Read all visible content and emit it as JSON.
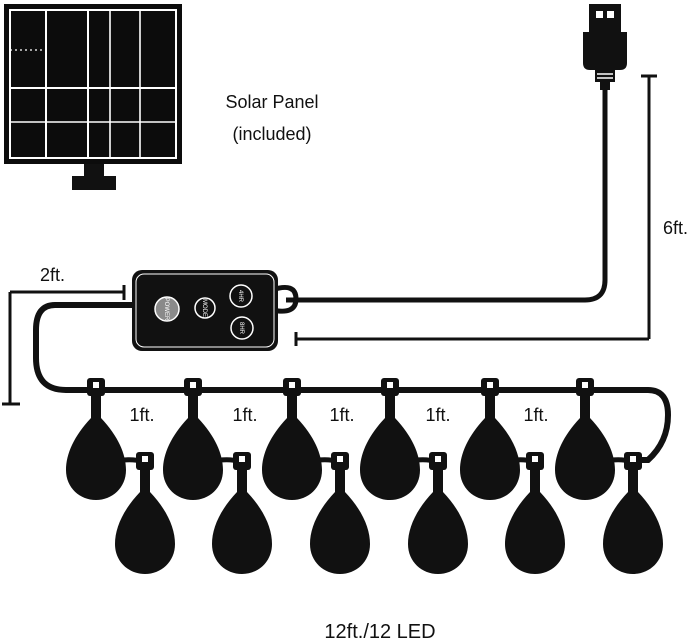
{
  "labels": {
    "solar_line1": "Solar Panel",
    "solar_line2": "(included)",
    "usb_length": "6ft.",
    "lead_length": "2ft.",
    "spacing": "1ft.",
    "total": "12ft./12 LED"
  },
  "controller_buttons": [
    "POWER",
    "MODE",
    "4HR",
    "8HR"
  ],
  "bulb_count": 12,
  "spacing_label_count": 5,
  "colors": {
    "ink": "#111111",
    "background": "#ffffff",
    "button": "#8a8a8a"
  }
}
